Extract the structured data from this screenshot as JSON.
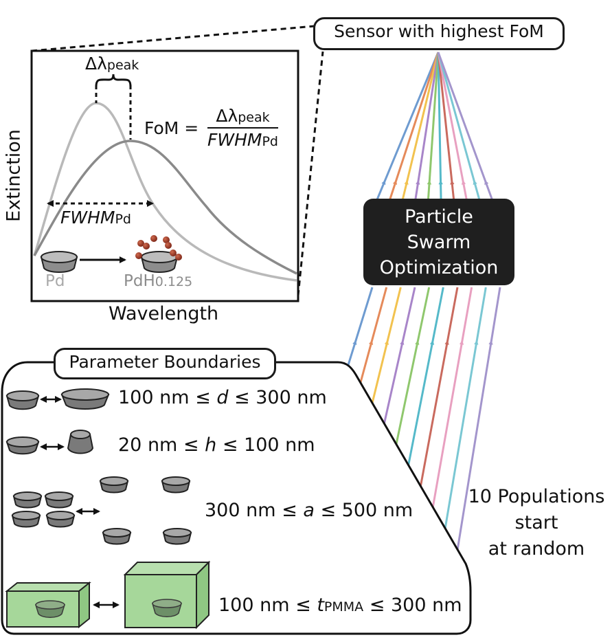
{
  "top_badge": "Sensor with highest FoM",
  "plot": {
    "ylabel": "Extinction",
    "xlabel": "Wavelength",
    "delta_symbol": "Δλ",
    "delta_sub": "peak",
    "fwhm_text": "FWHM",
    "fwhm_sub": "Pd",
    "fom_prefix": "FoM =",
    "fom_num": "Δλ",
    "fom_num_sub": "peak",
    "fom_den": "FWHM",
    "fom_den_sub": "Pd",
    "pd_label": "Pd",
    "pdh_label": "PdH",
    "pdh_sub": "0.125"
  },
  "optimizer": {
    "line1": "Particle",
    "line2": "Swarm",
    "line3": "Optimization"
  },
  "populations": {
    "line1": "10 Populations",
    "line2": "start",
    "line3": "at random",
    "colors": [
      "#6e9bd0",
      "#e58a5a",
      "#f2c24f",
      "#a885c9",
      "#8fc76d",
      "#55b9c9",
      "#c96a5e",
      "#e8a0c0",
      "#7ac7d3",
      "#a395cc"
    ]
  },
  "parameters": {
    "title": "Parameter Boundaries",
    "d_pre": "100 nm ≤ ",
    "d_var": "d",
    "d_post": " ≤ 300 nm",
    "h_pre": "20 nm ≤ ",
    "h_var": "h",
    "h_post": " ≤ 100 nm",
    "a_pre": "300 nm ≤ ",
    "a_var": "a",
    "a_post": " ≤ 500 nm",
    "t_pre": "100 nm ≤ ",
    "t_var": "t",
    "t_sub": "PMMA",
    "t_post": " ≤ 300 nm"
  }
}
